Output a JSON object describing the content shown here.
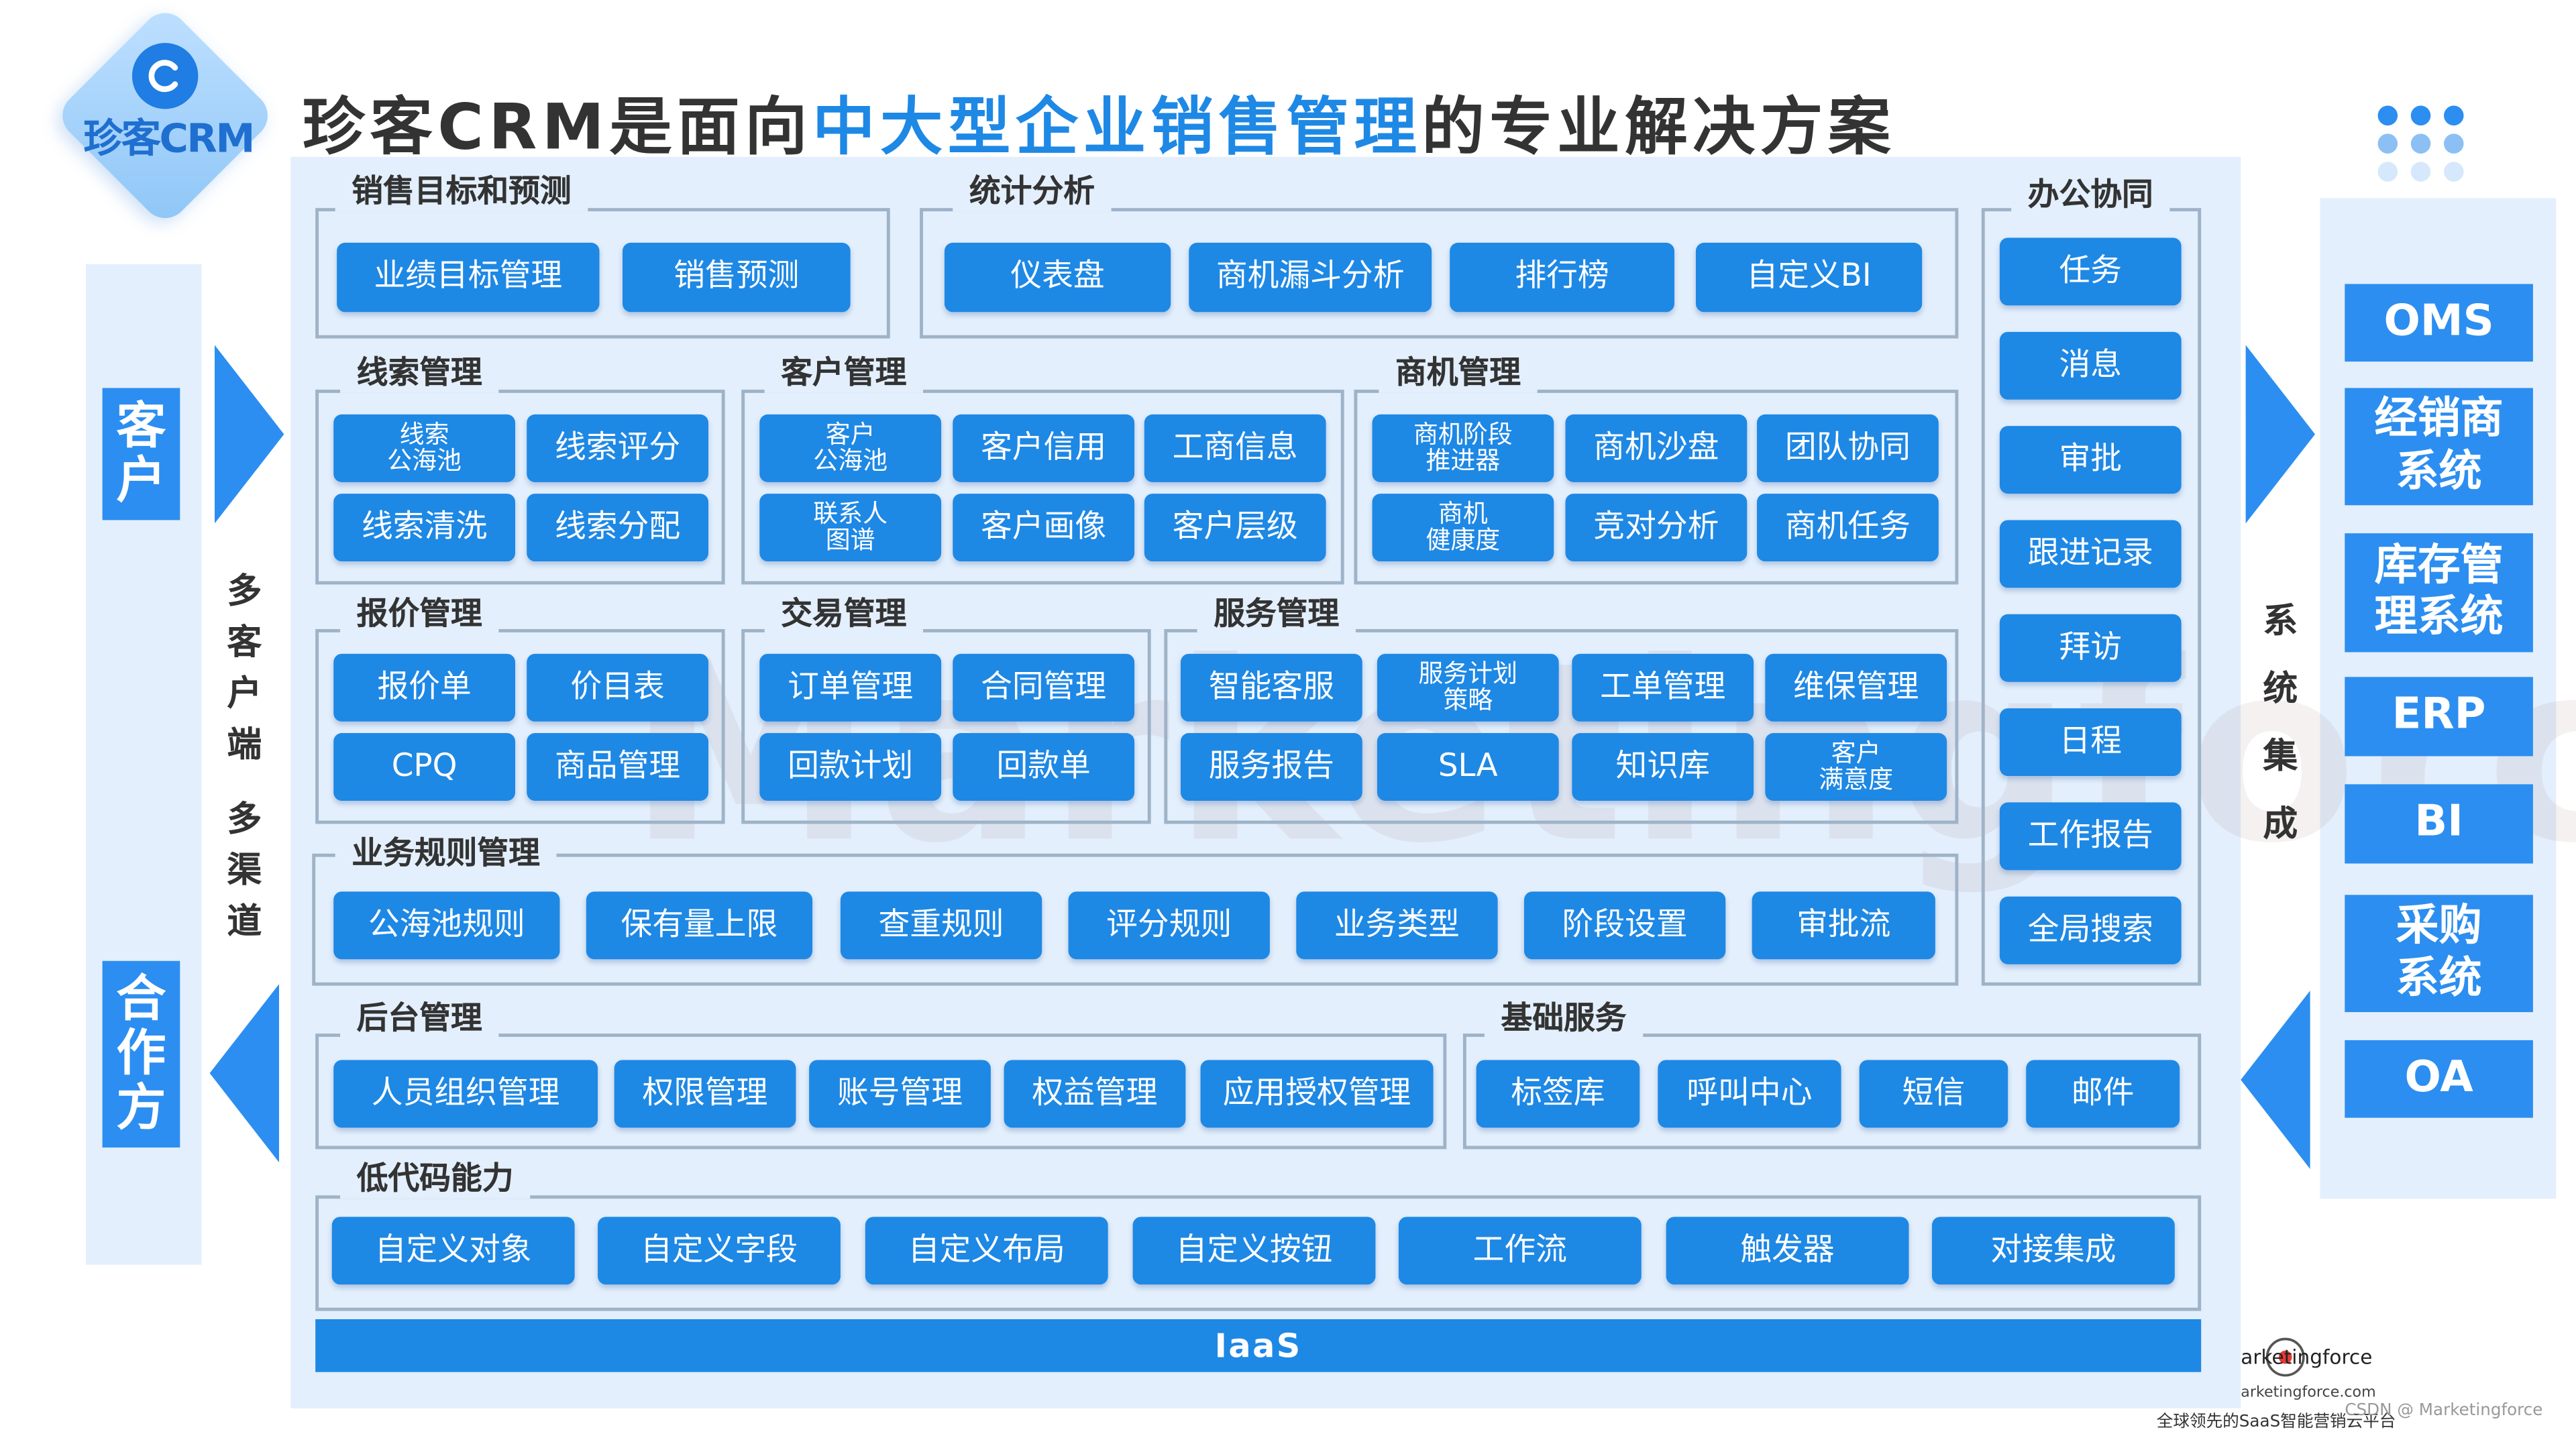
{
  "logo": {
    "text": "珍客CRM"
  },
  "header": {
    "title_pre": "珍客CRM是面向",
    "title_highlight": "中大型企业销售管理",
    "title_post": "的专业解决方案"
  },
  "left": {
    "customer": "客\n户",
    "partner": "合\n作\n方",
    "channel1": "多\n客\n户\n端",
    "channel2": "多\n渠\n道"
  },
  "right": {
    "integration": "系\n统\n集\n成",
    "systems": [
      "OMS",
      "经销商\n系统",
      "库存管\n理系统",
      "ERP",
      "BI",
      "采购\n系统",
      "OA"
    ]
  },
  "sections": {
    "sales_target": {
      "title": "销售目标和预测",
      "items": [
        "业绩目标管理",
        "销售预测"
      ]
    },
    "stats": {
      "title": "统计分析",
      "items": [
        "仪表盘",
        "商机漏斗分析",
        "排行榜",
        "自定义BI"
      ]
    },
    "office": {
      "title": "办公协同",
      "items": [
        "任务",
        "消息",
        "审批",
        "跟进记录",
        "拜访",
        "日程",
        "工作报告",
        "全局搜索"
      ]
    },
    "leads": {
      "title": "线索管理",
      "items": [
        "线索\n公海池",
        "线索评分",
        "线索清洗",
        "线索分配"
      ]
    },
    "customer_mgmt": {
      "title": "客户管理",
      "items": [
        "客户\n公海池",
        "客户信用",
        "工商信息",
        "联系人\n图谱",
        "客户画像",
        "客户层级"
      ]
    },
    "opportunity": {
      "title": "商机管理",
      "items": [
        "商机阶段\n推进器",
        "商机沙盘",
        "团队协同",
        "商机\n健康度",
        "竞对分析",
        "商机任务"
      ]
    },
    "quote": {
      "title": "报价管理",
      "items": [
        "报价单",
        "价目表",
        "CPQ",
        "商品管理"
      ]
    },
    "trade": {
      "title": "交易管理",
      "items": [
        "订单管理",
        "合同管理",
        "回款计划",
        "回款单"
      ]
    },
    "service": {
      "title": "服务管理",
      "items": [
        "智能客服",
        "服务计划\n策略",
        "工单管理",
        "维保管理",
        "服务报告",
        "SLA",
        "知识库",
        "客户\n满意度"
      ]
    },
    "rules": {
      "title": "业务规则管理",
      "items": [
        "公海池规则",
        "保有量上限",
        "查重规则",
        "评分规则",
        "业务类型",
        "阶段设置",
        "审批流"
      ]
    },
    "backend": {
      "title": "后台管理",
      "items": [
        "人员组织管理",
        "权限管理",
        "账号管理",
        "权益管理",
        "应用授权管理"
      ]
    },
    "basic": {
      "title": "基础服务",
      "items": [
        "标签库",
        "呼叫中心",
        "短信",
        "邮件"
      ]
    },
    "lowcode": {
      "title": "低代码能力",
      "items": [
        "自定义对象",
        "自定义字段",
        "自定义布局",
        "自定义按钮",
        "工作流",
        "触发器",
        "对接集成"
      ]
    }
  },
  "iaas": "IaaS",
  "watermark": "Marketingforce",
  "footer": {
    "brand": "arketingforce",
    "url": "arketingforce.com",
    "tagline": "全球领先的SaaS智能营销云平台",
    "csdn": "CSDN @ Marketingforce"
  },
  "colors": {
    "accent": "#1e88e5",
    "panel": "#e3effc",
    "frame": "#9fb3c8",
    "label": "#2c8ef0"
  }
}
